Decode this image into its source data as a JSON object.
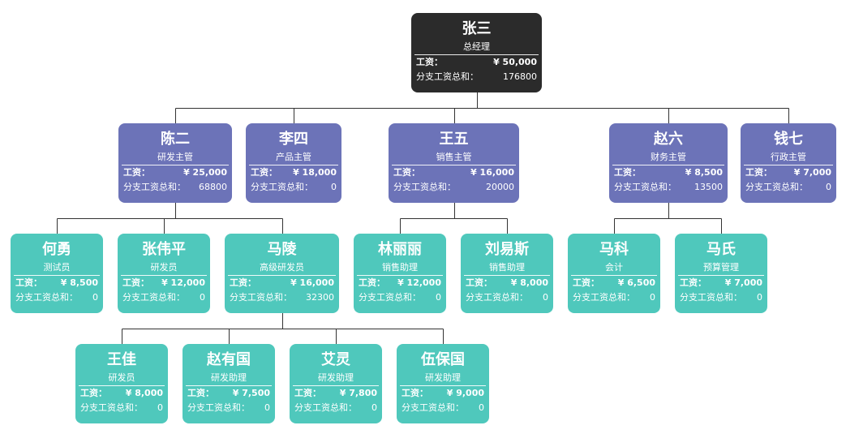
{
  "labels": {
    "salary": "工资：",
    "branch_total": "分支工资总和："
  },
  "nodes": {
    "zhangsan": {
      "name": "张三",
      "title": "总经理",
      "salary": "¥ 50,000",
      "branch_total": "176800"
    },
    "chener": {
      "name": "陈二",
      "title": "研发主管",
      "salary": "¥ 25,000",
      "branch_total": "68800"
    },
    "lisi": {
      "name": "李四",
      "title": "产品主管",
      "salary": "¥ 18,000",
      "branch_total": "0"
    },
    "wangwu": {
      "name": "王五",
      "title": "销售主管",
      "salary": "¥ 16,000",
      "branch_total": "20000"
    },
    "zhaoliu": {
      "name": "赵六",
      "title": "财务主管",
      "salary": "¥ 8,500",
      "branch_total": "13500"
    },
    "qianqi": {
      "name": "钱七",
      "title": "行政主管",
      "salary": "¥ 7,000",
      "branch_total": "0"
    },
    "heyong": {
      "name": "何勇",
      "title": "测试员",
      "salary": "¥ 8,500",
      "branch_total": "0"
    },
    "zhangweiping": {
      "name": "张伟平",
      "title": "研发员",
      "salary": "¥ 12,000",
      "branch_total": "0"
    },
    "maling": {
      "name": "马陵",
      "title": "高级研发员",
      "salary": "¥ 16,000",
      "branch_total": "32300"
    },
    "linlili": {
      "name": "林丽丽",
      "title": "销售助理",
      "salary": "¥ 12,000",
      "branch_total": "0"
    },
    "liuyisi": {
      "name": "刘易斯",
      "title": "销售助理",
      "salary": "¥ 8,000",
      "branch_total": "0"
    },
    "make": {
      "name": "马科",
      "title": "会计",
      "salary": "¥ 6,500",
      "branch_total": "0"
    },
    "mashi": {
      "name": "马氏",
      "title": "预算管理",
      "salary": "¥ 7,000",
      "branch_total": "0"
    },
    "wangjia": {
      "name": "王佳",
      "title": "研发员",
      "salary": "¥ 8,000",
      "branch_total": "0"
    },
    "zhaoyouguo": {
      "name": "赵有国",
      "title": "研发助理",
      "salary": "¥ 7,500",
      "branch_total": "0"
    },
    "ailing": {
      "name": "艾灵",
      "title": "研发助理",
      "salary": "¥ 7,800",
      "branch_total": "0"
    },
    "wubaoguo": {
      "name": "伍保国",
      "title": "研发助理",
      "salary": "¥ 9,000",
      "branch_total": "0"
    }
  },
  "edges": [
    [
      "zhangsan",
      "chener"
    ],
    [
      "zhangsan",
      "lisi"
    ],
    [
      "zhangsan",
      "wangwu"
    ],
    [
      "zhangsan",
      "zhaoliu"
    ],
    [
      "zhangsan",
      "qianqi"
    ],
    [
      "chener",
      "heyong"
    ],
    [
      "chener",
      "zhangweiping"
    ],
    [
      "chener",
      "maling"
    ],
    [
      "wangwu",
      "linlili"
    ],
    [
      "wangwu",
      "liuyisi"
    ],
    [
      "zhaoliu",
      "make"
    ],
    [
      "zhaoliu",
      "mashi"
    ],
    [
      "maling",
      "wangjia"
    ],
    [
      "maling",
      "zhaoyouguo"
    ],
    [
      "maling",
      "ailing"
    ],
    [
      "maling",
      "wubaoguo"
    ]
  ],
  "colors": {
    "ceo": "#2b2b2b",
    "manager": "#6c73b8",
    "employee": "#4fc8bc",
    "connector": "#333333"
  }
}
